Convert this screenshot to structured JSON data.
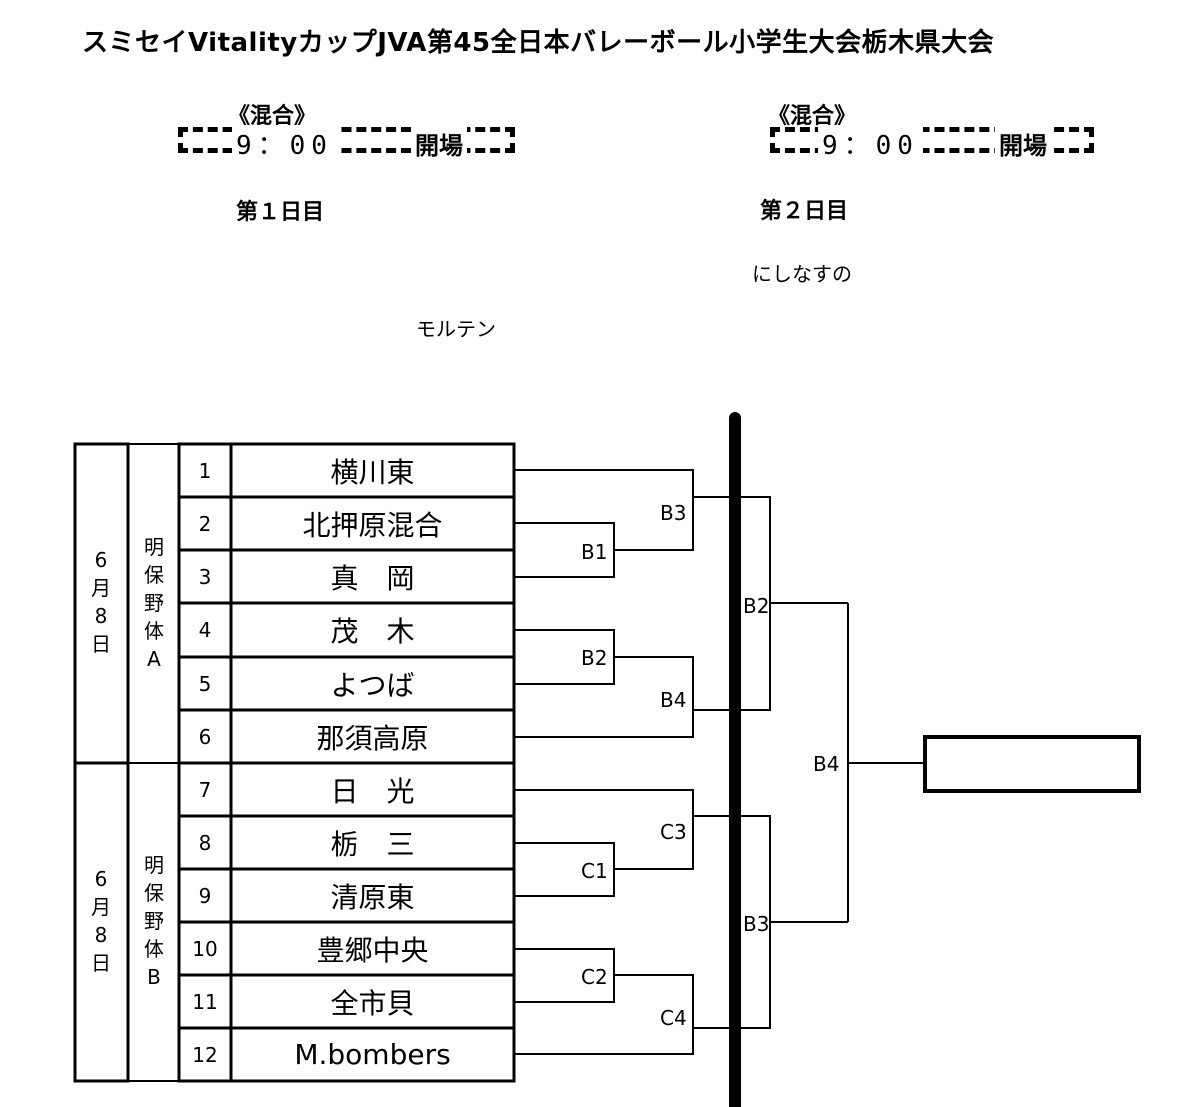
{
  "title": "スミセイVitalityカップJVA第45全日本バレーボール小学生大会栃木県大会",
  "day1": {
    "category": "《混合》",
    "open_time": "9：00",
    "open_label": "開場",
    "label": "第１日目",
    "venue": "モルテン"
  },
  "day2": {
    "category": "《混合》",
    "open_time": "9：00",
    "open_label": "開場",
    "label": "第２日目",
    "venue": "にしなすの"
  },
  "groups": [
    {
      "date": [
        "6",
        "月",
        "8",
        "日"
      ],
      "venue": [
        "明",
        "保",
        "野",
        "体",
        "A"
      ]
    },
    {
      "date": [
        "6",
        "月",
        "8",
        "日"
      ],
      "venue": [
        "明",
        "保",
        "野",
        "体",
        "B"
      ]
    }
  ],
  "teams": [
    {
      "num": "1",
      "name": "横川東"
    },
    {
      "num": "2",
      "name": "北押原混合"
    },
    {
      "num": "3",
      "name": "真　岡"
    },
    {
      "num": "4",
      "name": "茂　木"
    },
    {
      "num": "5",
      "name": "よつば"
    },
    {
      "num": "6",
      "name": "那須高原"
    },
    {
      "num": "7",
      "name": "日　光"
    },
    {
      "num": "8",
      "name": "栃　三"
    },
    {
      "num": "9",
      "name": "清原東"
    },
    {
      "num": "10",
      "name": "豊郷中央"
    },
    {
      "num": "11",
      "name": "全市貝"
    },
    {
      "num": "12",
      "name": "M.bombers"
    }
  ],
  "match_labels": {
    "b1": "B1",
    "b2": "B2",
    "b3": "B3",
    "b4_upper": "B4",
    "c1": "C1",
    "c2": "C2",
    "c3": "C3",
    "c4": "C4",
    "semi_upper": "B2",
    "semi_lower": "B3",
    "final": "B4"
  },
  "winner": ""
}
